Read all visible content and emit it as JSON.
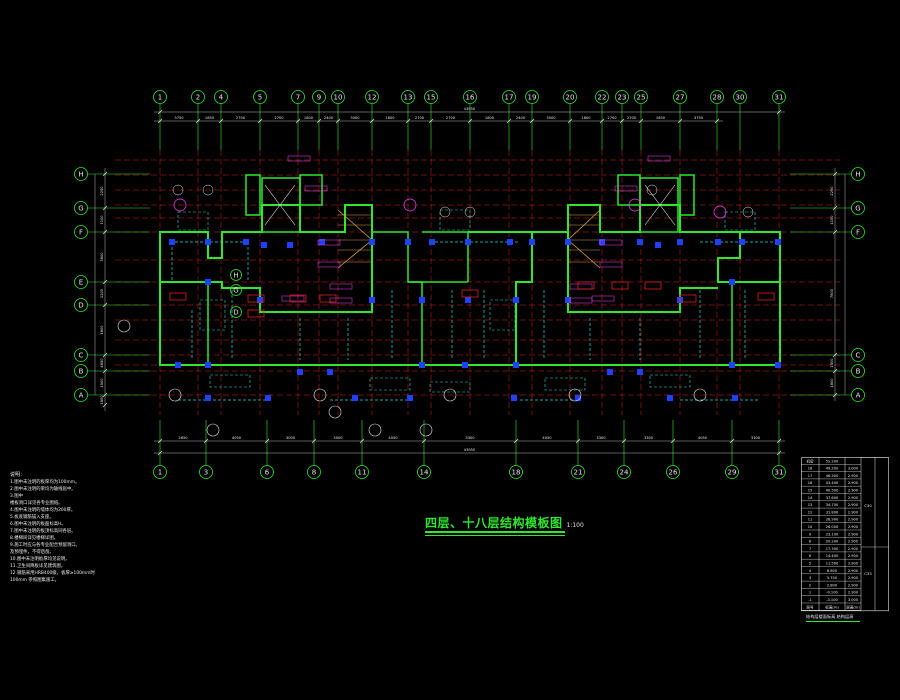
{
  "drawing": {
    "title": "四层、十八层结构模板图",
    "scale": "1:100",
    "overall_dimension_top": "43950",
    "overall_dimension_bottom": "43950",
    "colors": {
      "background": "#000000",
      "grid_axis": "#2ee82e",
      "wall": "#2ee82e",
      "beam": "#e02020",
      "column": "#2040ff",
      "dim": "#e8e8e8",
      "hidden": "#2dd8d8",
      "highlight": "#ff40ff"
    },
    "top_axes": [
      "1",
      "2",
      "4",
      "5",
      "7",
      "9",
      "10",
      "12",
      "13",
      "15",
      "16",
      "17",
      "19",
      "20",
      "22",
      "23",
      "25",
      "27",
      "28",
      "30",
      "31"
    ],
    "bottom_axes": [
      "1",
      "3",
      "6",
      "8",
      "11",
      "14",
      "18",
      "21",
      "24",
      "26",
      "29",
      "31"
    ],
    "row_axes_left": [
      "H",
      "G",
      "F",
      "E",
      "D",
      "C",
      "B",
      "A"
    ],
    "row_axes_right": [
      "H",
      "G",
      "F",
      "C",
      "B",
      "A"
    ],
    "inner_row_axes": [
      "H",
      "G",
      "D"
    ],
    "top_dimensions": [
      "3750",
      "1650",
      "2700",
      "2700",
      "1800",
      "2400",
      "3000",
      "1800",
      "2700",
      "2700",
      "1800",
      "2400",
      "3000",
      "1800",
      "2700",
      "2700",
      "1650",
      "3750"
    ],
    "bottom_dimensions": [
      "2850",
      "4050",
      "3000",
      "3000",
      "4050",
      "3300",
      "4050",
      "3300",
      "3300",
      "4050",
      "3300",
      "2850"
    ],
    "left_dimensions": [
      "2250",
      "1100",
      "3600",
      "1200",
      "1800",
      "4650",
      "1500",
      "1800"
    ],
    "right_dimensions": [
      "2250",
      "1100",
      "7800",
      "1500",
      "1800"
    ]
  },
  "notes": {
    "heading": "说明：",
    "items": [
      "1.图中未注明的板厚均为100mm。",
      "2.图中未注明的梁均为轴线居中。",
      "3.图中",
      "  楼板洞口详见各专业图纸。",
      "4.图中未注明的墙体均为200厚。",
      "5.板底钢筋锚入支座。",
      "6.图中未注明的板面标高H。",
      "7.图中未注明的板顶标高同各层。",
      "8.楼梯间详见楼梯详图。",
      "9.施工时应与各专业配合预留洞口。",
      "  及预埋件，不得后凿。",
      "10.图中未注明板厚均见说明。",
      "11.卫生间降板详见建筑图。",
      "12.钢筋采用HRB400级，板厚≥100mm时",
      "  100mm 参照图集施工。"
    ]
  },
  "level_table": {
    "caption": "结构层楼面标高  结构层高",
    "rows": [
      [
        "机房",
        "52.200",
        ""
      ],
      [
        "18",
        "49.200",
        "3.000"
      ],
      [
        "17",
        "46.300",
        "2.900"
      ],
      [
        "16",
        "43.400",
        "2.900"
      ],
      [
        "15",
        "40.500",
        "2.900"
      ],
      [
        "14",
        "37.600",
        "2.900"
      ],
      [
        "13",
        "34.700",
        "2.900"
      ],
      [
        "12",
        "31.800",
        "2.900"
      ],
      [
        "11",
        "28.900",
        "2.900"
      ],
      [
        "10",
        "26.000",
        "2.900"
      ],
      [
        "9",
        "23.100",
        "2.900"
      ],
      [
        "8",
        "20.200",
        "2.900"
      ],
      [
        "7",
        "17.300",
        "2.900"
      ],
      [
        "6",
        "14.400",
        "2.900"
      ],
      [
        "5",
        "11.500",
        "2.900"
      ],
      [
        "4",
        "8.600",
        "2.900"
      ],
      [
        "3",
        "5.700",
        "2.900"
      ],
      [
        "2",
        "2.800",
        "2.900"
      ],
      [
        "1",
        "-0.100",
        "2.900"
      ],
      [
        "-1",
        "-3.100",
        "3.000"
      ],
      [
        "层号",
        "标高(m)",
        "层高(m)"
      ]
    ],
    "side_labels": [
      "C30",
      "C35"
    ]
  }
}
